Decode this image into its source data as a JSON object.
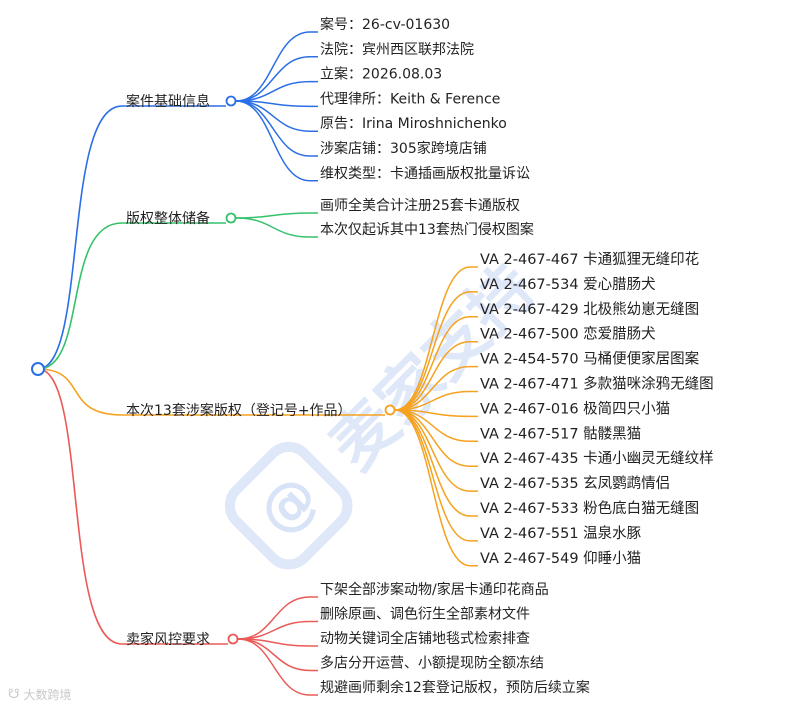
{
  "colors": {
    "blue": "#2b6fe6",
    "green": "#35c26b",
    "orange": "#f5a21f",
    "red": "#ea5a57",
    "root": "#2b6fe6"
  },
  "branches": [
    {
      "id": "basic",
      "color": "blue",
      "label": "案件基础信息",
      "children": [
        "案号：26-cv-01630",
        "法院：宾州西区联邦法院",
        "立案：2026.08.03",
        "代理律所：Keith & Ference",
        "原告：Irina Miroshnichenko",
        "涉案店铺：305家跨境店铺",
        "维权类型：卡通插画版权批量诉讼"
      ]
    },
    {
      "id": "reserve",
      "color": "green",
      "label": "版权整体储备",
      "children": [
        "画师全美合计注册25套卡通版权",
        "本次仅起诉其中13套热门侵权图案"
      ]
    },
    {
      "id": "works",
      "color": "orange",
      "label": "本次13套涉案版权（登记号+作品）",
      "children": [
        "VA 2-467-467 卡通狐狸无缝印花",
        "VA 2-467-534 爱心腊肠犬",
        "VA 2-467-429 北极熊幼崽无缝图",
        "VA 2-467-500 恋爱腊肠犬",
        "VA 2-454-570 马桶便便家居图案",
        "VA 2-467-471 多款猫咪涂鸦无缝图",
        "VA 2-467-016 极简四只小猫",
        "VA 2-467-517 骷髅黑猫",
        "VA 2-467-435 卡通小幽灵无缝纹样",
        "VA 2-467-535 玄凤鹦鹉情侣",
        "VA 2-467-533 粉色底白猫无缝图",
        "VA 2-467-551 温泉水豚",
        "VA 2-467-549 仰睡小猫"
      ]
    },
    {
      "id": "risk",
      "color": "red",
      "label": "卖家风控要求",
      "children": [
        "下架全部涉案动物/家居卡通印花商品",
        "删除原画、调色衍生全部素材文件",
        "动物关键词全店铺地毯式检索排查",
        "多店分开运营、小额提现防全额冻结",
        "规避画师剩余12套登记版权，预防后续立案"
      ]
    }
  ],
  "watermark": {
    "text": "麦家支持",
    "icon": "brand-logo-icon"
  },
  "footer": {
    "text": "大数跨境",
    "icon": "brand-logo-icon"
  }
}
